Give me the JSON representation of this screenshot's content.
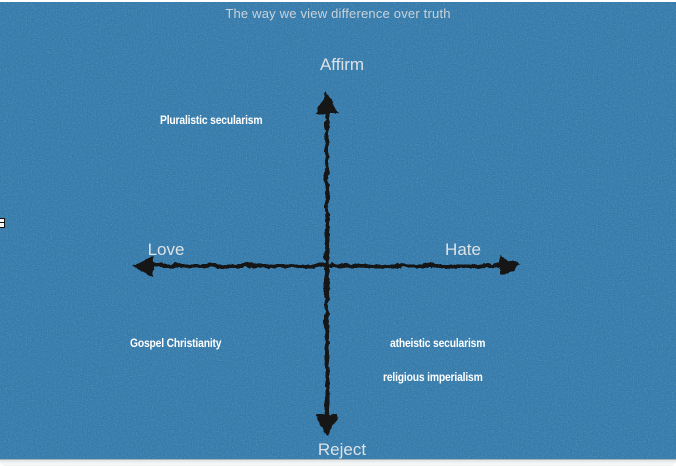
{
  "slide": {
    "title": "The way we view difference over truth",
    "background_color": "#3279aa",
    "title_color": "#cad2d9"
  },
  "axes": {
    "color": "#131313",
    "label_color": "#dde2e6",
    "vertical_top_label": "Affirm",
    "vertical_bottom_label": "Reject",
    "horizontal_left_label": "Love",
    "horizontal_right_label": "Hate"
  },
  "quadrants": {
    "label_color": "#ffffff",
    "top_left": [
      "Pluralistic secularism"
    ],
    "top_right": [],
    "bottom_left": [
      "Gospel Christianity"
    ],
    "bottom_right": [
      "atheistic secularism",
      "religious imperialism"
    ]
  }
}
